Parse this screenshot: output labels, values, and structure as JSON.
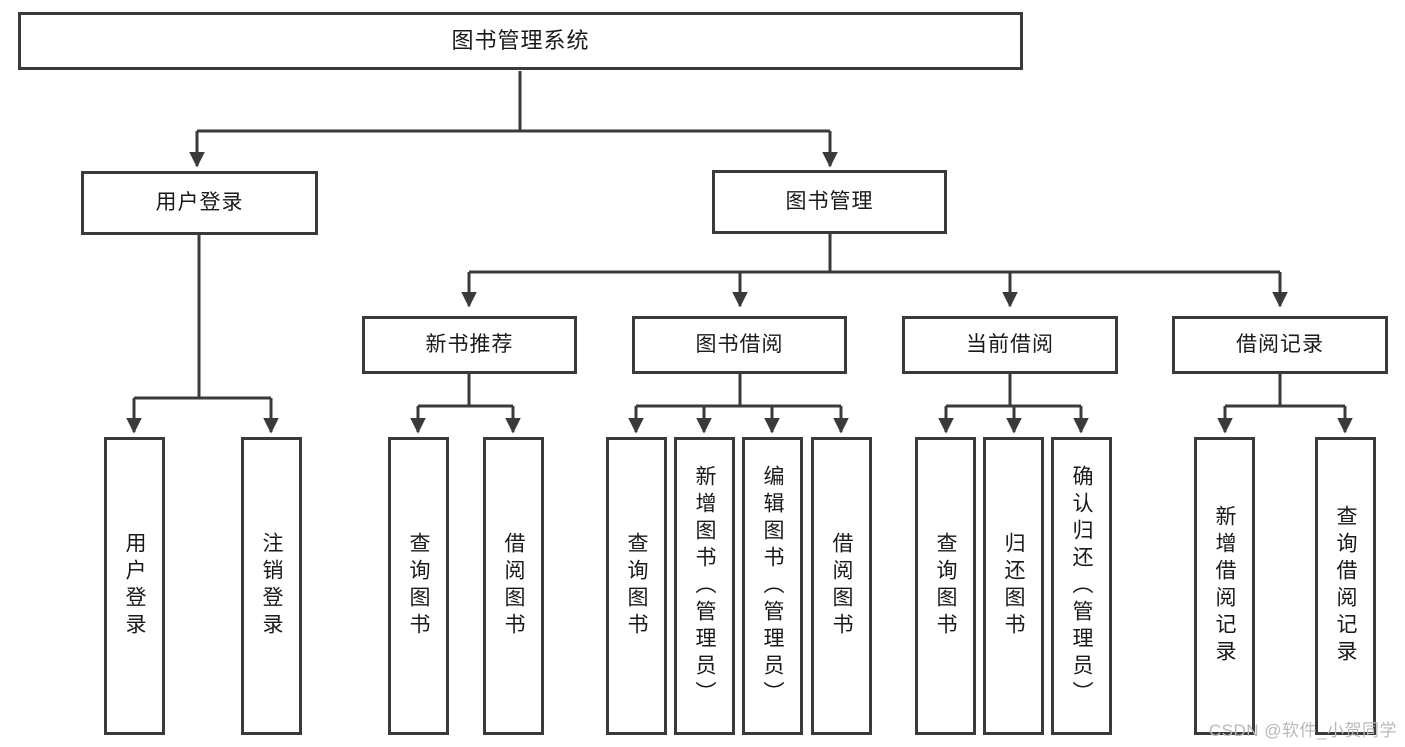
{
  "diagram": {
    "title": "图书管理系统",
    "type": "hierarchy-tree",
    "root": {
      "label": "图书管理系统"
    },
    "level2": [
      {
        "label": "用户登录"
      },
      {
        "label": "图书管理"
      }
    ],
    "level3": [
      {
        "label": "新书推荐"
      },
      {
        "label": "图书借阅"
      },
      {
        "label": "当前借阅"
      },
      {
        "label": "借阅记录"
      }
    ],
    "leaves": {
      "user_login": [
        {
          "label": "用户登录"
        },
        {
          "label": "注销登录"
        }
      ],
      "new_book_recommend": [
        {
          "label": "查询图书"
        },
        {
          "label": "借阅图书"
        }
      ],
      "book_borrow": [
        {
          "label": "查询图书"
        },
        {
          "label": "新增图书（管理员）"
        },
        {
          "label": "编辑图书（管理员）"
        },
        {
          "label": "借阅图书"
        }
      ],
      "current_borrow": [
        {
          "label": "查询图书"
        },
        {
          "label": "归还图书"
        },
        {
          "label": "确认归还（管理员）"
        }
      ],
      "borrow_record": [
        {
          "label": "新增借阅记录"
        },
        {
          "label": "查询借阅记录"
        }
      ]
    }
  },
  "watermark": {
    "text": "CSDN @软件_小贺同学"
  },
  "colors": {
    "border": "#3a3a3a",
    "text": "#1a1a1a",
    "background": "#ffffff",
    "watermark": "#b9b9b9"
  }
}
